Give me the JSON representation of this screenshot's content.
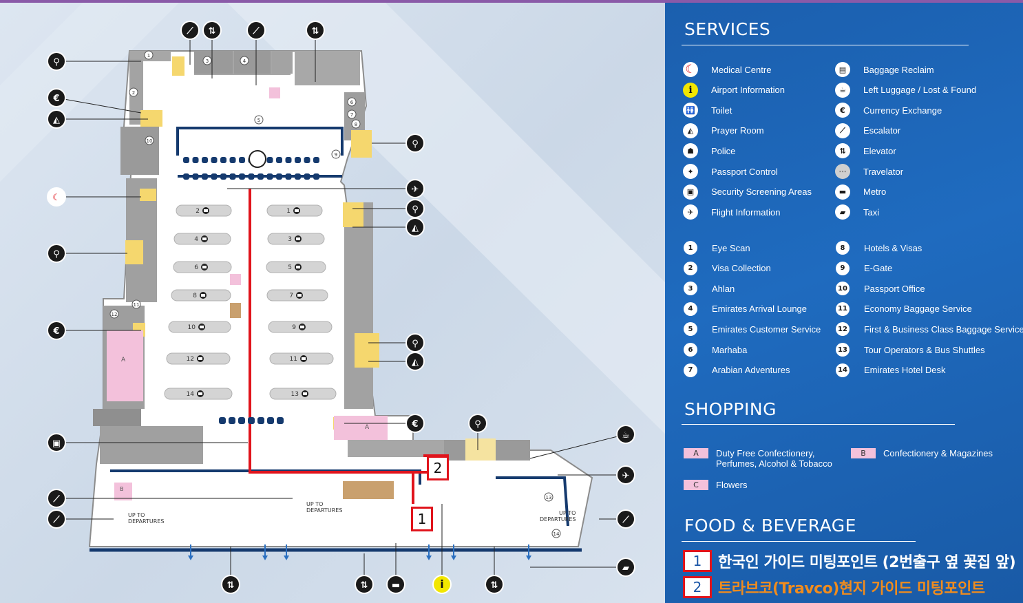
{
  "services_title": "SERVICES",
  "services": [
    {
      "label": "Medical Centre",
      "icon": "crescent-icon",
      "glyph": "☾"
    },
    {
      "label": "Airport Information",
      "icon": "info-icon",
      "glyph": "i"
    },
    {
      "label": "Toilet",
      "icon": "toilet-icon",
      "glyph": "🚻"
    },
    {
      "label": "Prayer Room",
      "icon": "prayer-room-icon",
      "glyph": "◭"
    },
    {
      "label": "Police",
      "icon": "police-icon",
      "glyph": "☗"
    },
    {
      "label": "Passport Control",
      "icon": "passport-control-icon",
      "glyph": "✦"
    },
    {
      "label": "Security Screening Areas",
      "icon": "security-screening-icon",
      "glyph": "▣"
    },
    {
      "label": "Flight Information",
      "icon": "flight-information-icon",
      "glyph": "✈"
    },
    {
      "label": "Baggage Reclaim",
      "icon": "baggage-reclaim-icon",
      "glyph": "▤"
    },
    {
      "label": "Left Luggage / Lost & Found",
      "icon": "left-luggage-icon",
      "glyph": "☕"
    },
    {
      "label": "Currency Exchange",
      "icon": "currency-exchange-icon",
      "glyph": "€"
    },
    {
      "label": "Escalator",
      "icon": "escalator-icon",
      "glyph": "⟋"
    },
    {
      "label": "Elevator",
      "icon": "elevator-icon",
      "glyph": "⇅"
    },
    {
      "label": "Travelator",
      "icon": "travelator-icon",
      "glyph": "⋯"
    },
    {
      "label": "Metro",
      "icon": "metro-icon",
      "glyph": "▬"
    },
    {
      "label": "Taxi",
      "icon": "taxi-icon",
      "glyph": "▰"
    }
  ],
  "numbered": [
    {
      "num": "1",
      "label": "Eye Scan"
    },
    {
      "num": "2",
      "label": "Visa Collection"
    },
    {
      "num": "3",
      "label": "Ahlan"
    },
    {
      "num": "4",
      "label": "Emirates Arrival Lounge"
    },
    {
      "num": "5",
      "label": "Emirates Customer Service"
    },
    {
      "num": "6",
      "label": "Marhaba"
    },
    {
      "num": "7",
      "label": "Arabian Adventures"
    },
    {
      "num": "8",
      "label": "Hotels & Visas"
    },
    {
      "num": "9",
      "label": "E-Gate"
    },
    {
      "num": "10",
      "label": "Passport Office"
    },
    {
      "num": "11",
      "label": "Economy Baggage Service"
    },
    {
      "num": "12",
      "label": "First & Business Class Baggage Service"
    },
    {
      "num": "13",
      "label": "Tour Operators & Bus Shuttles"
    },
    {
      "num": "14",
      "label": "Emirates Hotel Desk"
    }
  ],
  "shopping_title": "SHOPPING",
  "shopping": [
    {
      "tag": "A",
      "label": "Duty Free Confectionery,\nPerfumes, Alcohol & Tobacco"
    },
    {
      "tag": "B",
      "label": "Confectionery & Magazines"
    },
    {
      "tag": "C",
      "label": "Flowers"
    }
  ],
  "food_title": "FOOD & BEVERAGE",
  "meeting_points": [
    {
      "num": "1",
      "label": "한국인 가이드 미팅포인트 (2번출구 옆 꽃집 앞)",
      "color": "#ffffff"
    },
    {
      "num": "2",
      "label": "트라브코(Travco)현지 가이드 미팅포인트",
      "color": "#f08c1e"
    }
  ],
  "map": {
    "baggage_belts_left": [
      "2",
      "4",
      "6",
      "8",
      "10",
      "12",
      "14"
    ],
    "baggage_belts_right": [
      "1",
      "3",
      "5",
      "7",
      "9",
      "11",
      "13"
    ],
    "up_to_departures": "UP TO\nDEPARTURES",
    "marker_1": "1",
    "marker_2": "2",
    "shop_a": "A",
    "shop_b": "B",
    "numbered_points": [
      "1",
      "2",
      "3",
      "4",
      "5",
      "6",
      "7",
      "8",
      "9",
      "10",
      "11",
      "12",
      "13",
      "14"
    ]
  },
  "colors": {
    "route_red": "#e0141c",
    "toilet_yellow": "#f5d76e",
    "shop_pink": "#f3c1db",
    "panel_blue": "#1f66b8",
    "wall_gray": "#9a9a9a",
    "seat_navy": "#153a6e"
  }
}
